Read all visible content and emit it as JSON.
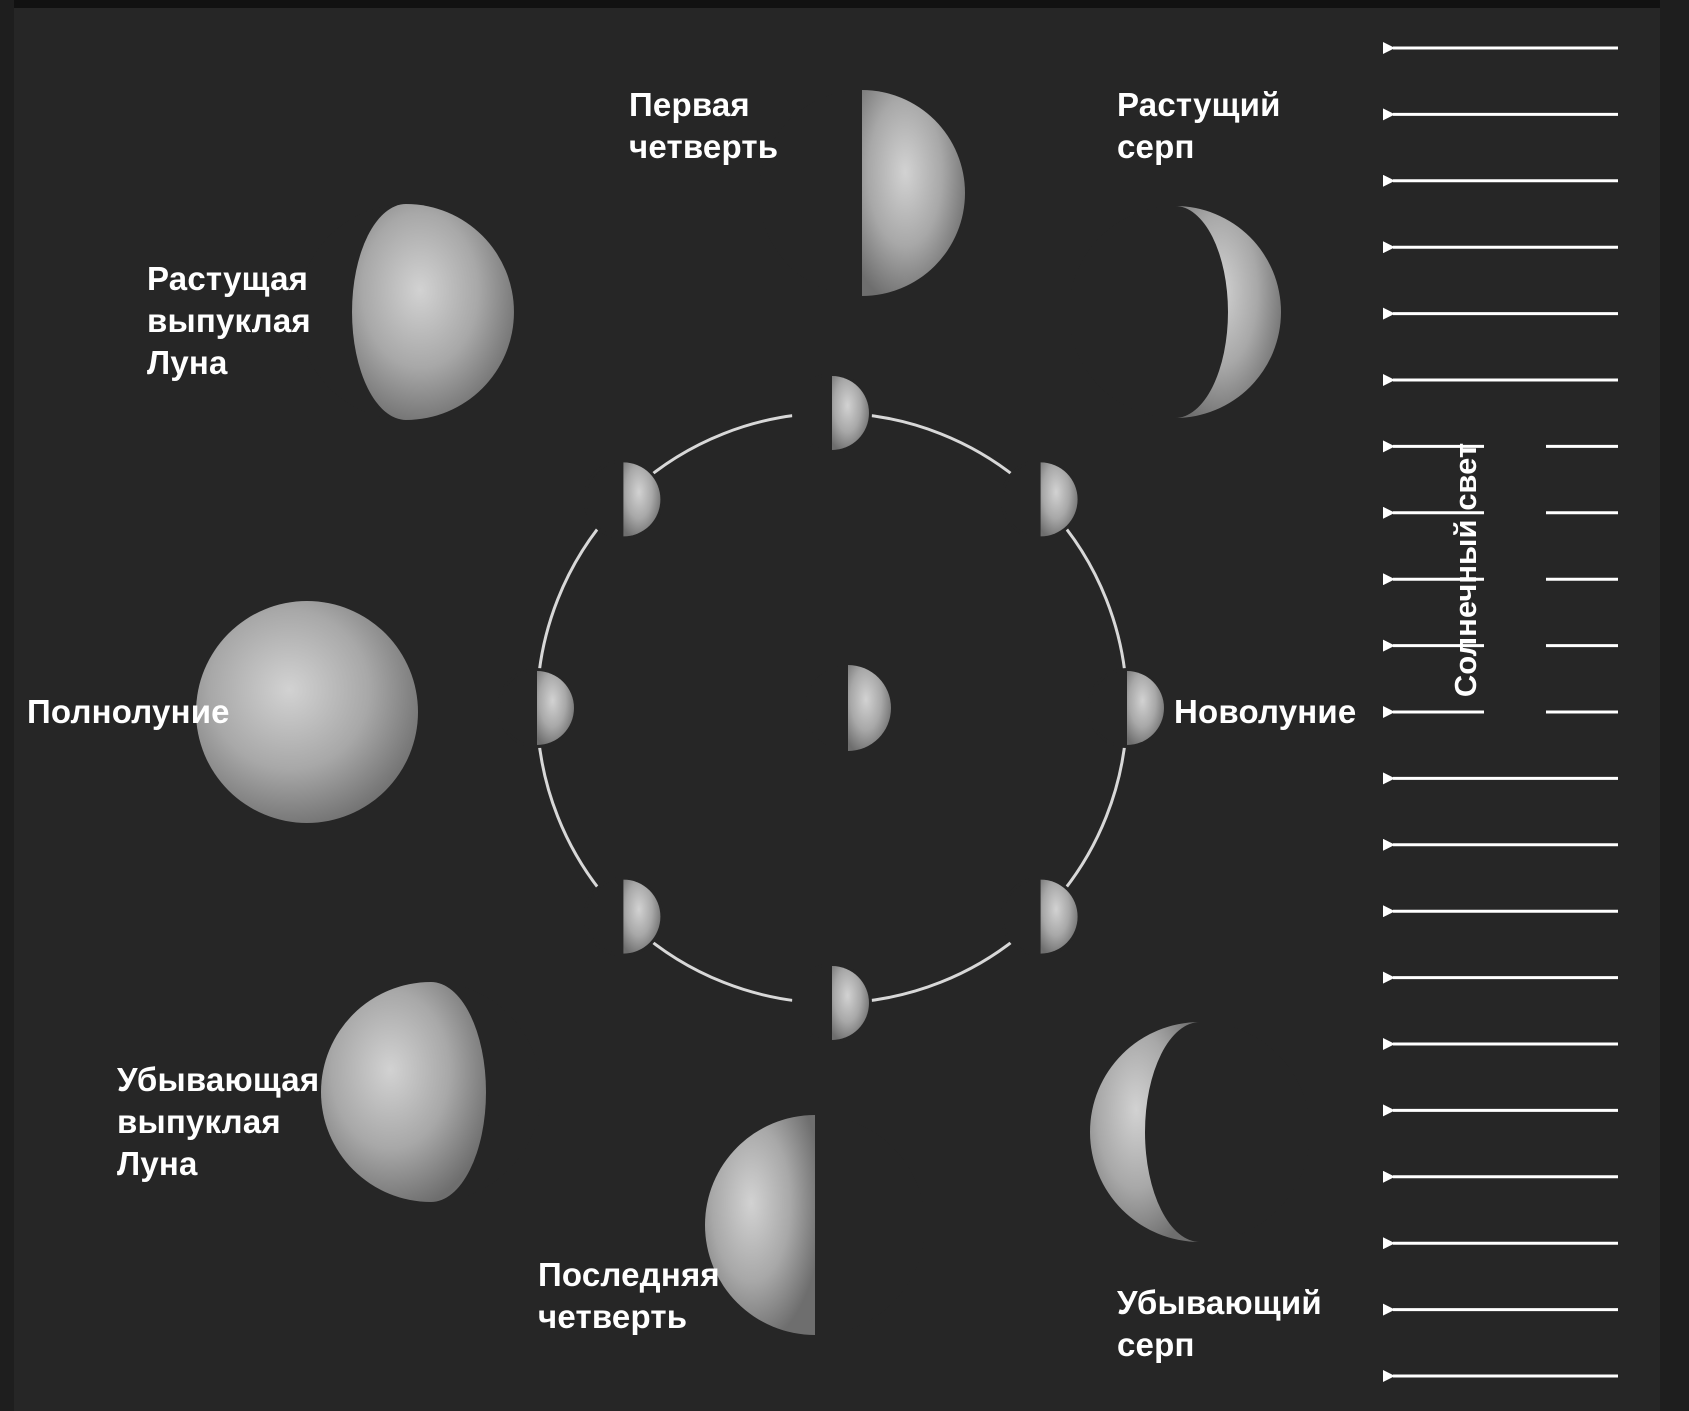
{
  "colors": {
    "background": "#262626",
    "text": "#ffffff",
    "orbit": "#d8d8d8",
    "moon_lit": "#b4b4b4",
    "moon_dark": "#262626",
    "arrow": "#ffffff"
  },
  "labels": {
    "first_quarter": "Первая\nчетверть",
    "waxing_crescent": "Растущий\nсерп",
    "waxing_gibbous": "Растущая\nвыпуклая\nЛуна",
    "full_moon": "Полнолуние",
    "new_moon": "Новолуние",
    "waning_gibbous": "Убывающая\nвыпуклая\nЛуна",
    "last_quarter": "Последняя\nчетверть",
    "waning_crescent": "Убывающий\nсерп",
    "sunlight": "Солнечный свет"
  },
  "phases": [
    {
      "name": "Первая четверть",
      "lit_fraction": 0.5,
      "lit_side": "right"
    },
    {
      "name": "Растущий серп",
      "lit_fraction": 0.25,
      "lit_side": "right"
    },
    {
      "name": "Растущая выпуклая Луна",
      "lit_fraction": 0.75,
      "lit_side": "right"
    },
    {
      "name": "Полнолуние",
      "lit_fraction": 1.0,
      "lit_side": "full"
    },
    {
      "name": "Новолуние",
      "lit_fraction": 0.0,
      "lit_side": "none"
    },
    {
      "name": "Убывающая выпуклая Луна",
      "lit_fraction": 0.75,
      "lit_side": "left"
    },
    {
      "name": "Последняя четверть",
      "lit_fraction": 0.5,
      "lit_side": "left"
    },
    {
      "name": "Убывающий серп",
      "lit_fraction": 0.25,
      "lit_side": "left"
    }
  ],
  "orbit_positions": 8,
  "sunlight_arrow_count": 21,
  "sunlight_direction": "left"
}
